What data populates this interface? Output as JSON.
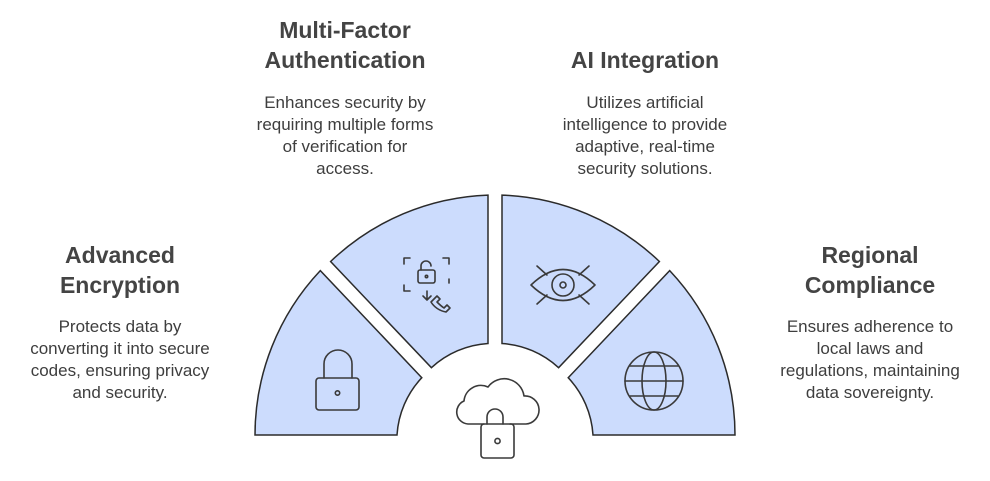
{
  "segments": [
    {
      "id": "advanced-encryption",
      "title": "Advanced\nEncryption",
      "description": "Protects data by\nconverting it into secure\ncodes, ensuring privacy\nand security.",
      "icon": "padlock-icon"
    },
    {
      "id": "multi-factor-authentication",
      "title": "Multi-Factor\nAuthentication",
      "description": "Enhances security by\nrequiring multiple forms\nof verification for\naccess.",
      "icon": "phone-unlock-icon"
    },
    {
      "id": "ai-integration",
      "title": "AI Integration",
      "description": "Utilizes artificial\nintelligence to provide\nadaptive, real-time\nsecurity solutions.",
      "icon": "eye-scan-icon"
    },
    {
      "id": "regional-compliance",
      "title": "Regional\nCompliance",
      "description": "Ensures adherence to\nlocal laws and\nregulations, maintaining\ndata sovereignty.",
      "icon": "globe-icon"
    }
  ],
  "center_icon": "cloud-lock-icon",
  "colors": {
    "segment_fill": "#ccdcfd",
    "segment_stroke": "#2b2b2b",
    "text": "#3e3e3e"
  }
}
